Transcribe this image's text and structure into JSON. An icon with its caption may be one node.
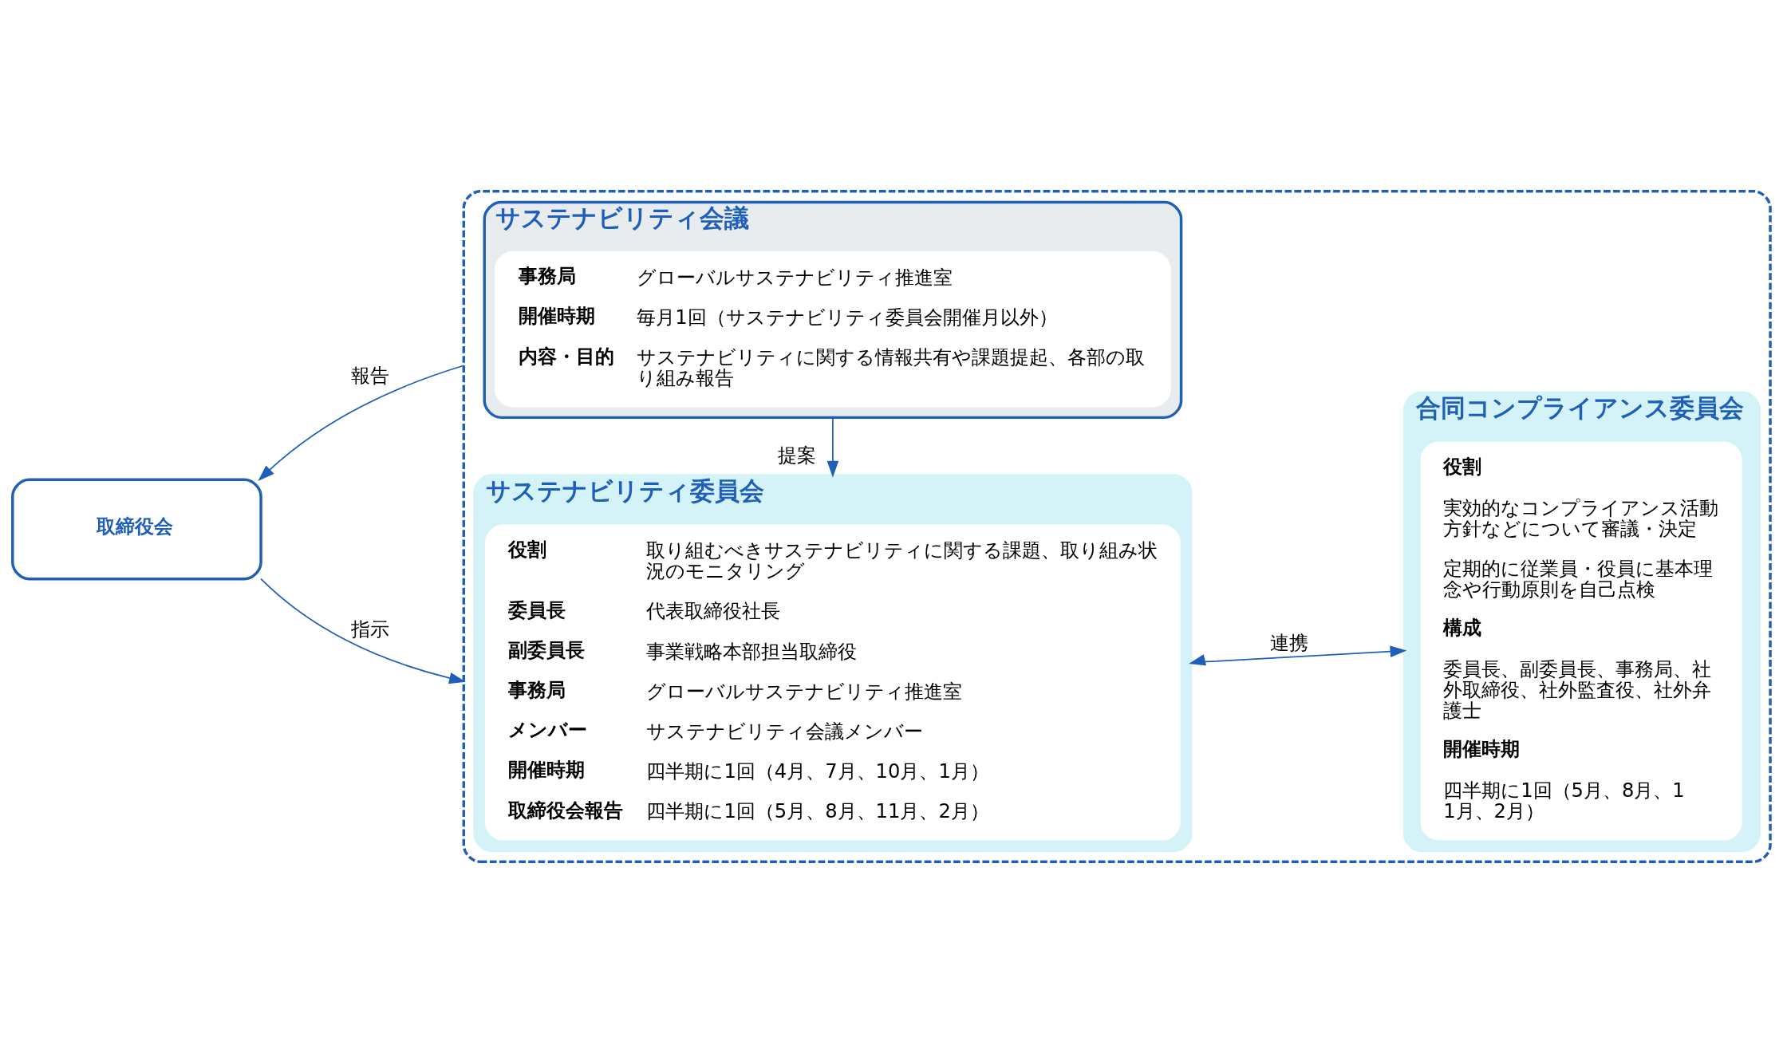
{
  "diagram": {
    "nodes": [
      {
        "text": [
          "取締役会"
        ]
      },
      {
        "text": [],
        "shape": "box"
      },
      {
        "text": [
          "サステナビリティ委員会"
        ],
        "in": 1
      },
      {
        "text": [
          "役割",
          "取り組むべきサステナビリティに関する課題、取り組み状況のモニタリング",
          "委員長",
          "代表取締役社長",
          "副委員長",
          "事業戦略本部担当取締役",
          "事務局",
          "グローバルサステナビリティ推進室",
          "メンバー",
          "サステナビリティ会議メンバー",
          "開催時期",
          "四半期に1回（4月、7月、10月、1月）",
          "取締役会報告",
          "四半期に1回（5月、8月、11月、2月）"
        ],
        "in": 2
      },
      {
        "text": [
          "合同コンプライアンス委員会"
        ],
        "in": 1
      },
      {
        "text": [
          "役割",
          "実効的なコンプライアンス活動方針などについて審議・決定",
          "定期的に従業員・役員に基本理念や行動原則を自己点検",
          "構成",
          "委員長、副委員長、事務局、社外取締役、社外監査役、社外弁護士",
          "開催時期",
          "四半期に1回（5月、8月、11月、2月）"
        ],
        "in": 4
      },
      {
        "text": [
          "サステナビリティ会議"
        ],
        "in": 1
      },
      {
        "text": [
          "事務局",
          "グローバルサステナビリティ推進室",
          "開催時期",
          "毎月1回（サステナビリティ委員会開催月以外）",
          "内容・目的",
          "サステナビリティに関する情報共有や課題提起、各部の取り組み報告"
        ],
        "in": 6
      }
    ],
    "edges": [
      {
        "from": 1,
        "to": 0,
        "arrow": "to",
        "label": "報告"
      },
      {
        "from": 0,
        "to": 1,
        "arrow": "to",
        "label": "指示"
      },
      {
        "from": 2,
        "to": 4,
        "arrow": "both",
        "label": "連携"
      },
      {
        "from": 6,
        "to": 2,
        "arrow": "to",
        "label": "提案"
      }
    ]
  }
}
